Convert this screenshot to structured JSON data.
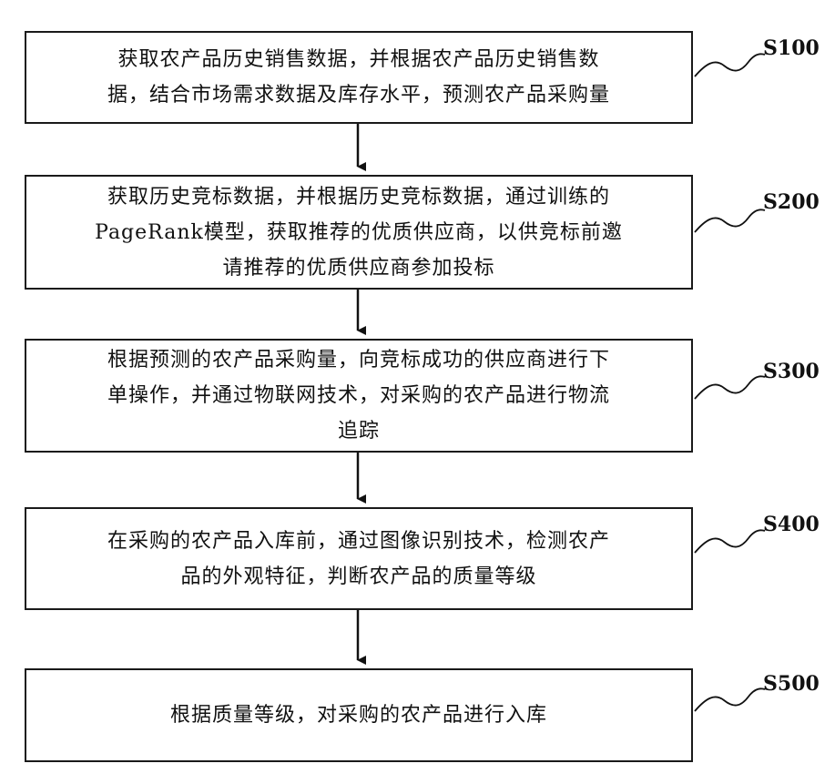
{
  "steps": [
    {
      "label": "S100",
      "text": "获取农产品历史销售数据，并根据农产品历史销售数\n据，结合市场需求数据及库存水平，预测农产品采购量"
    },
    {
      "label": "S200",
      "text": "获取历史竞标数据，并根据历史竞标数据，通过训练的\nPageRank模型，获取推荐的优质供应商，以供竞标前邀\n请推荐的优质供应商参加投标"
    },
    {
      "label": "S300",
      "text": "根据预测的农产品采购量，向竞标成功的供应商进行下\n单操作，并通过物联网技术，对采购的农产品进行物流\n追踪"
    },
    {
      "label": "S400",
      "text": "在采购的农产品入库前，通过图像识别技术，检测农产\n品的外观特征，判断农产品的质量等级"
    },
    {
      "label": "S500",
      "text": "根据质量等级，对采购的农产品进行入库"
    }
  ]
}
